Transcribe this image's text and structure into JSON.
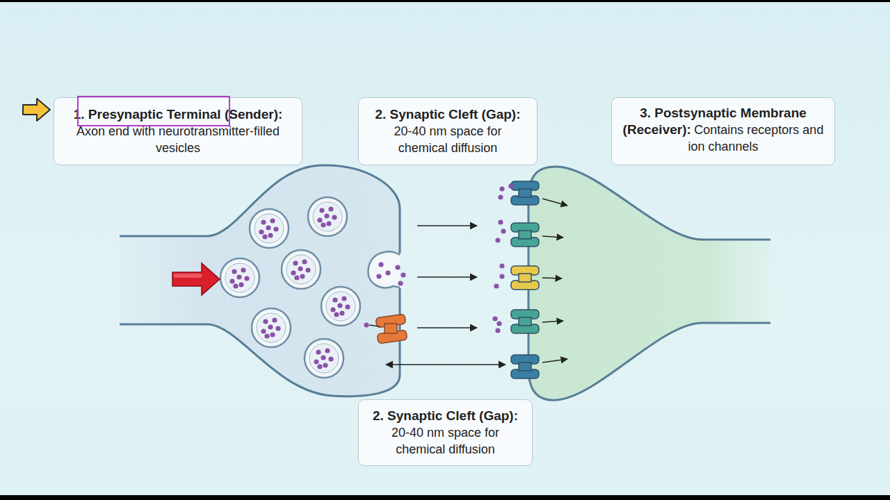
{
  "diagram": {
    "nodes": [
      {
        "text": [
          "1. Presynaptic Terminal (Sender):",
          "Axon end with neurotransmitter-filled vesicles"
        ]
      },
      {
        "text": [
          "2. Synaptic Cleft (Gap):",
          "20-40 nm space for chemical diffusion"
        ]
      },
      {
        "text": [
          "3. Postsynaptic Membrane (Receiver):",
          "Contains receptors and ion channels"
        ]
      },
      {
        "text": [
          "2. Synaptic Cleft (Gap):",
          "20-40 nm space for chemical diffusion"
        ]
      }
    ]
  }
}
